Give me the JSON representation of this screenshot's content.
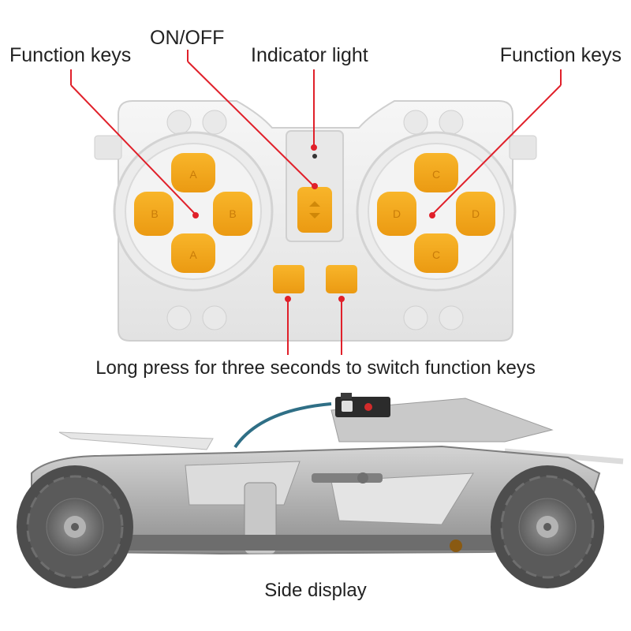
{
  "labels": {
    "function_keys_left": "Function keys",
    "on_off": "ON/OFF",
    "indicator_light": "Indicator light",
    "function_keys_right": "Function keys",
    "long_press": "Long press for three seconds to switch function keys",
    "side_display": "Side display"
  },
  "key_letters": {
    "left_top": "A",
    "left_bottom": "A",
    "left_left": "B",
    "left_right": "B",
    "right_top": "C",
    "right_bottom": "C",
    "right_left": "D",
    "right_right": "D"
  },
  "colors": {
    "key_orange": "#f4a71d",
    "callout_red": "#e0202a",
    "controller_white": "#efefef",
    "car_gray": "#a9a9a9"
  }
}
